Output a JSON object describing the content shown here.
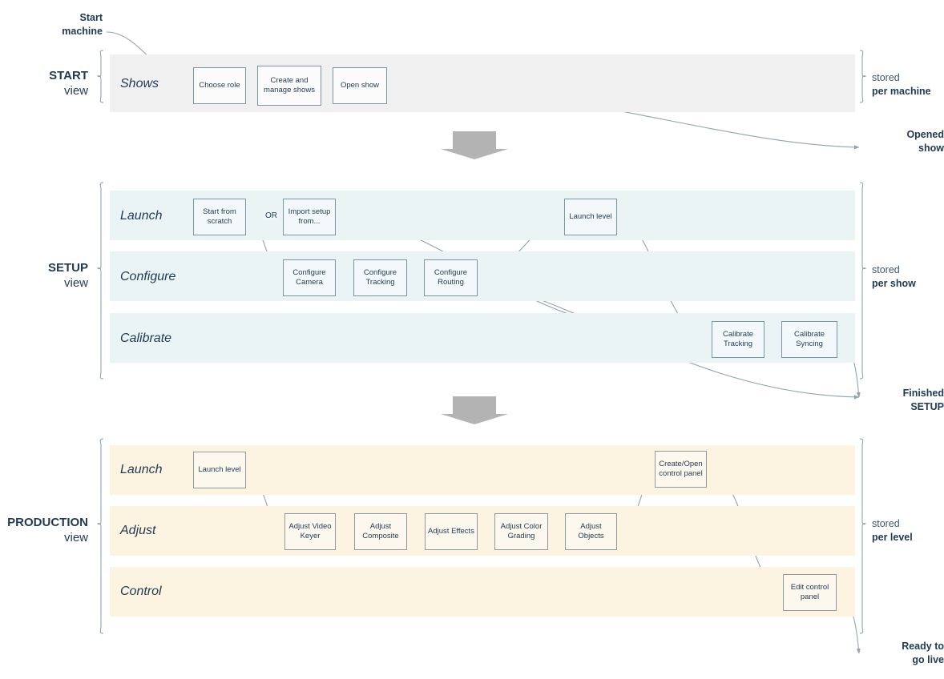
{
  "diagram": {
    "title": "Workflow views: START / SETUP / PRODUCTION",
    "colors": {
      "text_navy": "#1f3a52",
      "edge_stroke": "#8fa3ae",
      "band_start": "#f0f0f0",
      "band_setup": "#eaf4f5",
      "band_production": "#fcf3e0",
      "node_border_blue": "#7b95a6",
      "node_border_warm": "#8d9aa0",
      "chevron_gray": "#b3b3b3"
    }
  },
  "entry_label": {
    "line1": "Start",
    "line2": "machine"
  },
  "sections": [
    {
      "id": "start",
      "title_strong": "START",
      "title_light": "view",
      "side_note_line1": "stored",
      "side_note_line2": "per machine",
      "bands": [
        {
          "id": "shows",
          "label": "Shows",
          "nodes": [
            {
              "id": "choose-role",
              "label": "Choose role"
            },
            {
              "id": "create-manage-shows",
              "label": "Create and manage shows"
            },
            {
              "id": "open-show",
              "label": "Open show"
            }
          ]
        }
      ]
    },
    {
      "id": "setup",
      "title_strong": "SETUP",
      "title_light": "view",
      "side_note_line1": "stored",
      "side_note_line2": "per show",
      "bands": [
        {
          "id": "launch",
          "label": "Launch",
          "nodes": [
            {
              "id": "start-from-scratch",
              "label": "Start from scratch"
            },
            {
              "id": "import-setup-from",
              "label": "Import setup from..."
            },
            {
              "id": "launch-level-setup",
              "label": "Launch level"
            }
          ]
        },
        {
          "id": "configure",
          "label": "Configure",
          "nodes": [
            {
              "id": "configure-camera",
              "label": "Configure Camera"
            },
            {
              "id": "configure-tracking",
              "label": "Configure Tracking"
            },
            {
              "id": "configure-routing",
              "label": "Configure Routing"
            }
          ]
        },
        {
          "id": "calibrate",
          "label": "Calibrate",
          "nodes": [
            {
              "id": "calibrate-tracking",
              "label": "Calibrate Tracking"
            },
            {
              "id": "calibrate-syncing",
              "label": "Calibrate Syncing"
            }
          ]
        }
      ]
    },
    {
      "id": "production",
      "title_strong": "PRODUCTION",
      "title_light": "view",
      "side_note_line1": "stored",
      "side_note_line2": "per level",
      "bands": [
        {
          "id": "launch-prod",
          "label": "Launch",
          "nodes": [
            {
              "id": "launch-level-prod",
              "label": "Launch level"
            },
            {
              "id": "create-open-control-panel",
              "label": "Create/Open control panel"
            }
          ]
        },
        {
          "id": "adjust",
          "label": "Adjust",
          "nodes": [
            {
              "id": "adjust-video-keyer",
              "label": "Adjust Video Keyer"
            },
            {
              "id": "adjust-composite",
              "label": "Adjust Composite"
            },
            {
              "id": "adjust-effects",
              "label": "Adjust Effects"
            },
            {
              "id": "adjust-color-grading",
              "label": "Adjust Color Grading"
            },
            {
              "id": "adjust-objects",
              "label": "Adjust Objects"
            }
          ]
        },
        {
          "id": "control",
          "label": "Control",
          "nodes": [
            {
              "id": "edit-control-panel",
              "label": "Edit control panel"
            }
          ]
        }
      ]
    }
  ],
  "connectors": {
    "or_label": "OR"
  },
  "outcomes": [
    {
      "id": "opened-show",
      "line1": "Opened",
      "line2": "show"
    },
    {
      "id": "finished-setup",
      "line1": "Finished",
      "line2": "SETUP"
    },
    {
      "id": "ready-to-go-live",
      "line1": "Ready to",
      "line2": "go live"
    }
  ]
}
